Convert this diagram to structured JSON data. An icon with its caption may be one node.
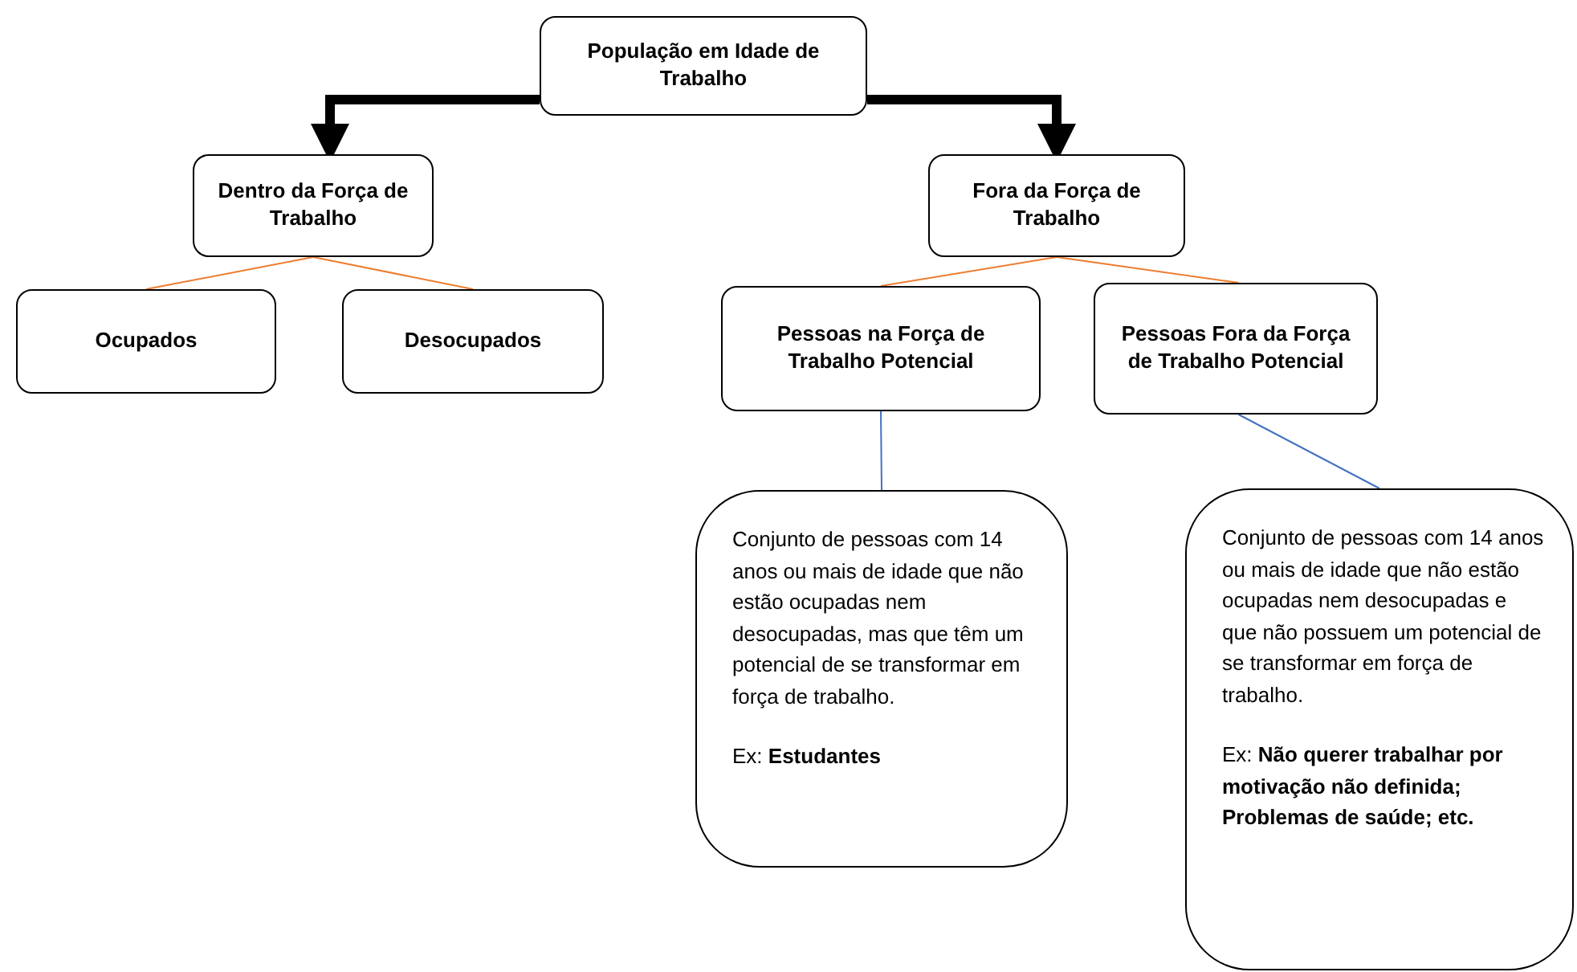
{
  "diagram": {
    "nodes": [
      {
        "text": [
          "População em Idade de Trabalho"
        ]
      },
      {
        "text": [
          "Dentro da Força de Trabalho"
        ]
      },
      {
        "text": [
          "Fora da Força de Trabalho"
        ]
      },
      {
        "text": [
          "Ocupados"
        ]
      },
      {
        "text": [
          "Desocupados"
        ]
      },
      {
        "text": [
          "Pessoas na Força de Trabalho Potencial"
        ]
      },
      {
        "text": [
          "Pessoas Fora da Força de Trabalho Potencial"
        ]
      },
      {
        "text": [
          "Conjunto de pessoas com 14 anos ou mais de idade que não estão ocupadas nem desocupadas, mas que têm um potencial de se transformar em força de trabalho.",
          "Ex: **Estudantes**"
        ]
      },
      {
        "text": [
          "Conjunto de pessoas com 14 anos ou mais de idade que não estão ocupadas nem desocupadas e que não possuem um potencial de se transformar em força de trabalho.",
          "Ex: **Não querer trabalhar por motivação não definida; Problemas de saúde; etc.**"
        ]
      }
    ],
    "edges": [
      {
        "from": 0,
        "to": 1,
        "arrow": "to",
        "style": "thick",
        "color": "#000000"
      },
      {
        "from": 0,
        "to": 2,
        "arrow": "to",
        "style": "thick",
        "color": "#000000"
      },
      {
        "from": 1,
        "to": 3,
        "arrow": "none"
      },
      {
        "from": 1,
        "to": 4,
        "arrow": "none"
      },
      {
        "from": 2,
        "to": 5,
        "arrow": "none"
      },
      {
        "from": 2,
        "to": 6,
        "arrow": "none"
      },
      {
        "from": 5,
        "to": 7,
        "arrow": "none",
        "color": "#4472c4"
      },
      {
        "from": 6,
        "to": 8,
        "arrow": "none",
        "color": "#4472c4"
      }
    ]
  }
}
